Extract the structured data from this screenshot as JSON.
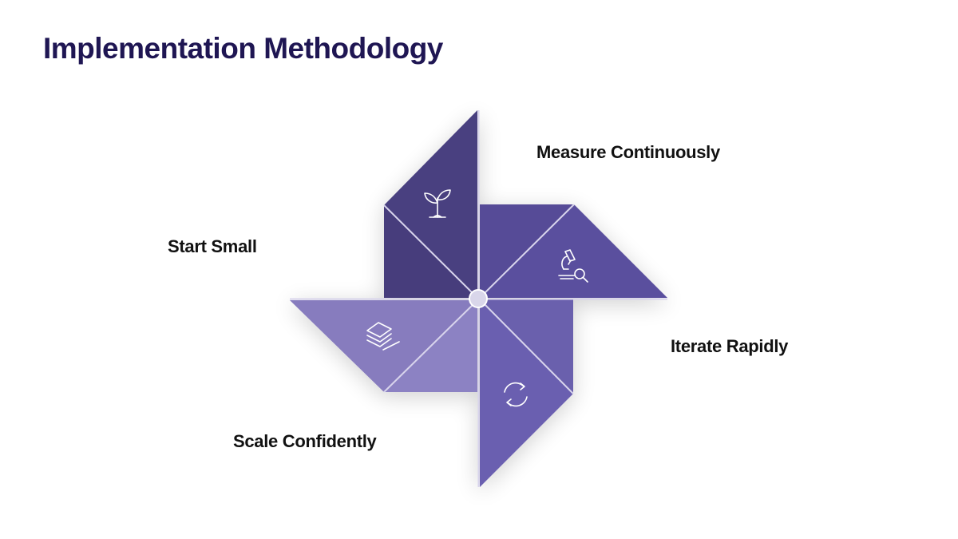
{
  "title": "Implementation Methodology",
  "steps": [
    {
      "label": "Start Small",
      "icon": "sprout-icon",
      "color": "#4a4180"
    },
    {
      "label": "Measure Continuously",
      "icon": "microscope-icon",
      "color": "#564b97"
    },
    {
      "label": "Iterate Rapidly",
      "icon": "refresh-cycle-icon",
      "color": "#6b5fb0"
    },
    {
      "label": "Scale Confidently",
      "icon": "layers-icon",
      "color": "#8a7fc0"
    }
  ]
}
